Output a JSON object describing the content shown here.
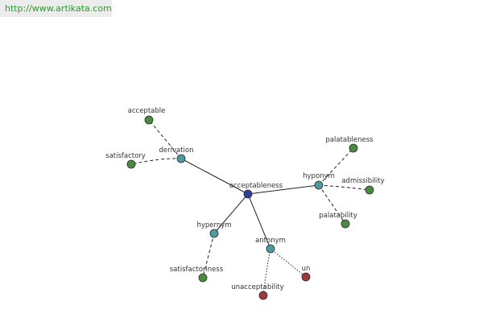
{
  "header": {
    "url": "http://www.artikata.com"
  },
  "colors": {
    "center": "#2f3f9f",
    "relation": "#4a9aa0",
    "term_green": "#4a8c3f",
    "term_red": "#9c3b3b",
    "url_text": "#2e9a2e",
    "url_bg": "#ececec"
  },
  "graph": {
    "center": "acceptableness",
    "relations": {
      "derivation": "derivation",
      "hyponym": "hyponym",
      "hypernym": "hypernym",
      "antonym": "antonym"
    },
    "terms": {
      "acceptable": "acceptable",
      "satisfactory": "satisfactory",
      "palatableness": "palatableness",
      "admissibility": "admissibility",
      "palatability": "palatability",
      "satisfactoriness": "satisfactoriness",
      "un": "un",
      "unacceptability": "unacceptability"
    }
  }
}
